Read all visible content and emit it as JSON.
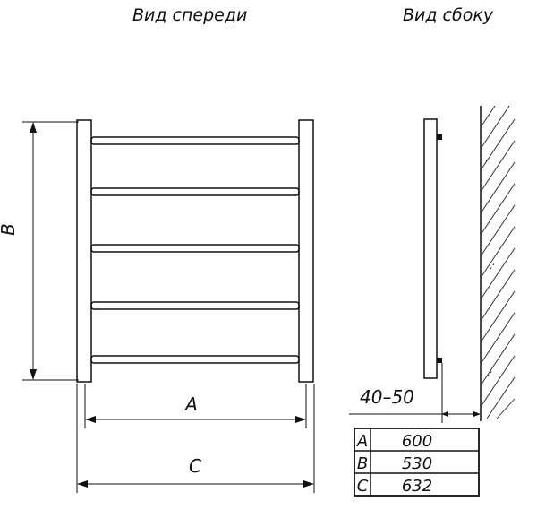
{
  "views": {
    "front_title": "Вид спереди",
    "side_title": "Вид сбоку"
  },
  "dimensions": {
    "a_label": "A",
    "b_label": "B",
    "c_label": "C",
    "wall_gap": "40–50"
  },
  "table": {
    "rows": [
      {
        "key": "A",
        "value": "600"
      },
      {
        "key": "B",
        "value": "530"
      },
      {
        "key": "C",
        "value": "632"
      }
    ]
  },
  "colors": {
    "ink": "#111111",
    "background": "#ffffff"
  }
}
